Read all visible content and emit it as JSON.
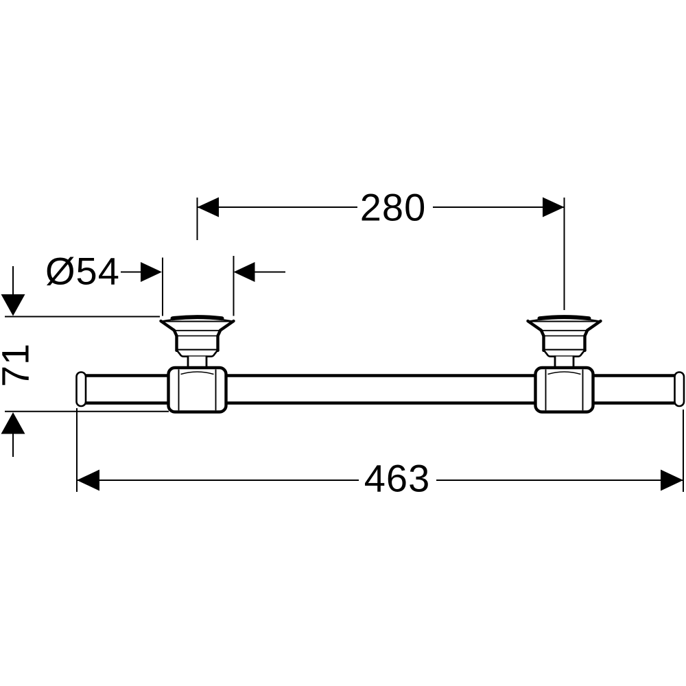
{
  "drawing": {
    "background_color": "#ffffff",
    "line_color": "#000000",
    "labels": {
      "mount_spacing": "280",
      "flange_diameter": "Ø54",
      "depth": "71",
      "overall_length": "463"
    }
  }
}
